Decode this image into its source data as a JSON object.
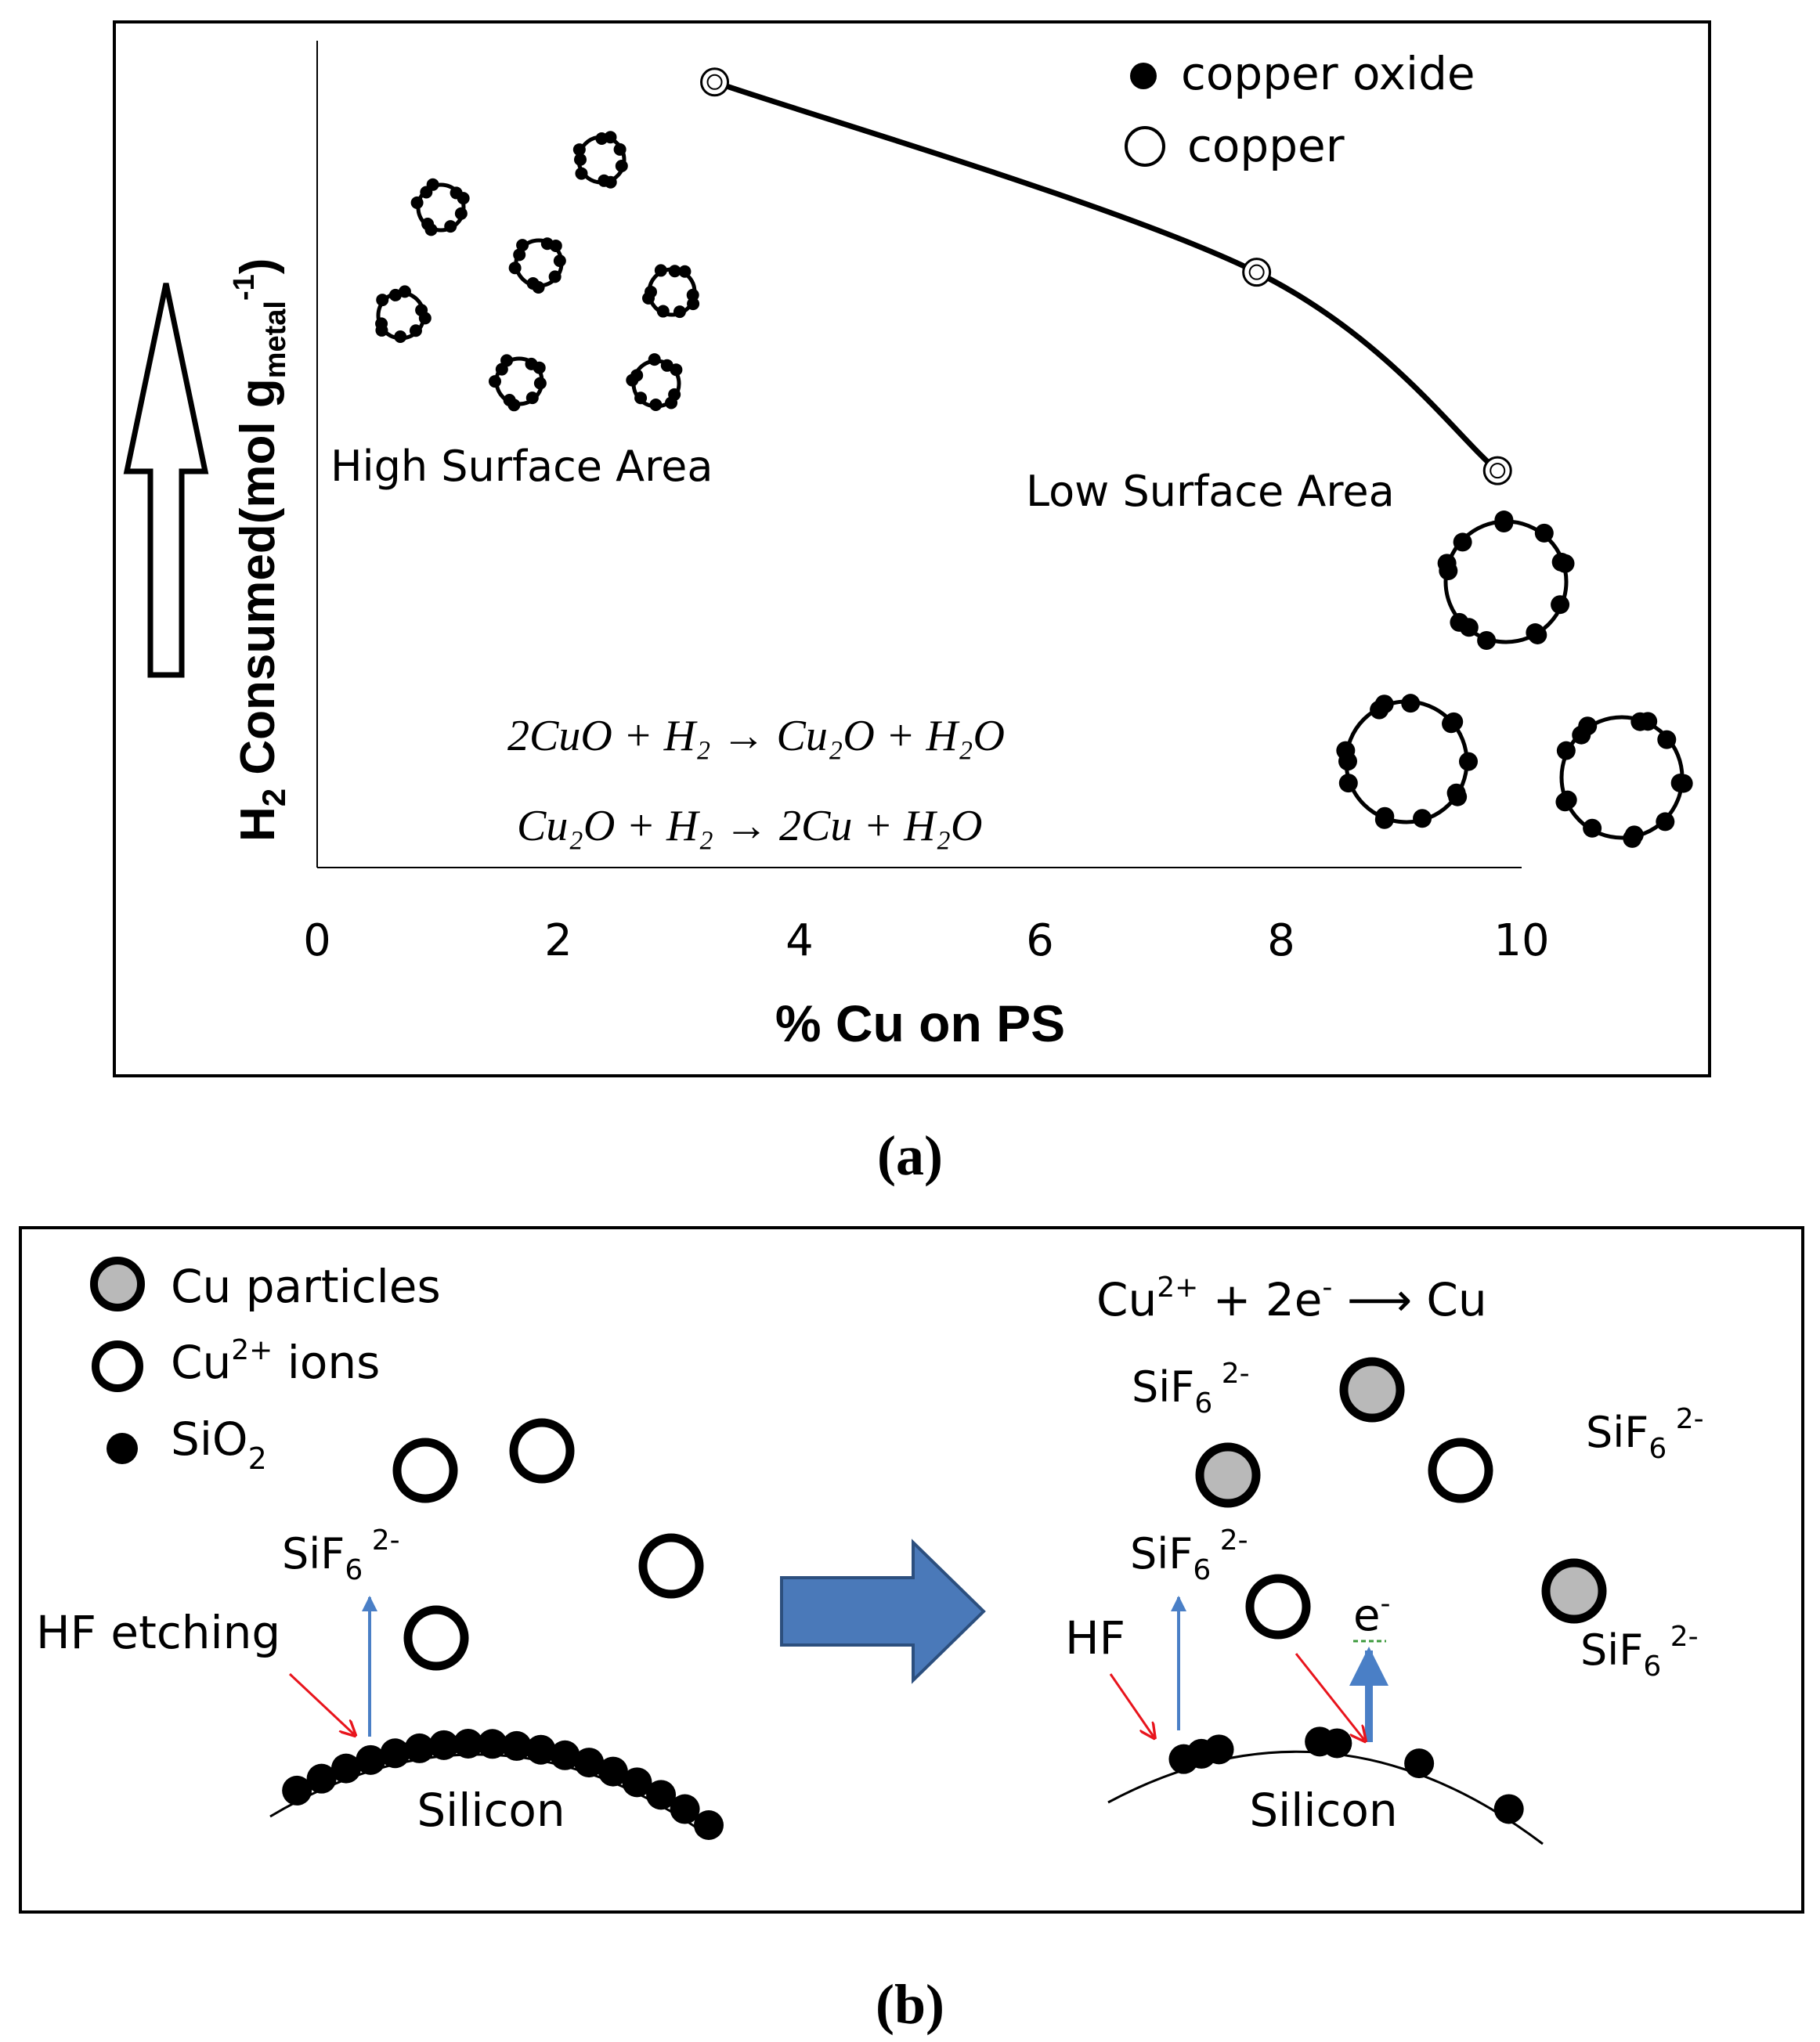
{
  "panel_a": {
    "caption": "(a)",
    "y_axis_label": {
      "h_main": "H",
      "h_sub": "2",
      "consumed": " Consumed(mol g",
      "metal_sub": "metal",
      "exp": "-1",
      "close": ")"
    },
    "x_axis_label": "% Cu on PS",
    "x_ticks": [
      "0",
      "2",
      "4",
      "6",
      "8",
      "10"
    ],
    "legend": {
      "filled": "copper oxide",
      "open": "copper"
    },
    "annotation_high": "High Surface Area",
    "annotation_low": "Low Surface Area",
    "equations": {
      "eq1": "2CuO + H₂ →  Cu₂O +  H₂O",
      "eq2": "Cu₂O + H₂ →  2Cu +  H₂O"
    }
  },
  "chart_data": {
    "type": "line",
    "xlabel": "% Cu on PS",
    "ylabel": "H2 Consumed(mol gmetal-1)",
    "xlim": [
      0,
      10
    ],
    "x_ticks": [
      0,
      2,
      4,
      6,
      8,
      10
    ],
    "y_ticks": [],
    "grid": false,
    "legend_position": "top-right",
    "series": [
      {
        "name": "copper",
        "marker": "open-circle",
        "x": [
          3.3,
          7.8,
          9.8
        ],
        "y": [
          0.95,
          0.72,
          0.48
        ]
      }
    ]
  },
  "panel_b": {
    "caption": "(b)",
    "legend": {
      "particles": "Cu particles",
      "ions_base": "Cu",
      "ions_sup": "2+",
      "ions_rest": " ions",
      "sio2_base": "SiO",
      "sio2_sub": "2"
    },
    "left": {
      "sif": {
        "base": "SiF",
        "sub": "6",
        "sup": " 2-"
      },
      "hf_label": "HF etching",
      "silicon": "Silicon"
    },
    "right": {
      "reaction": {
        "cu": "Cu",
        "cu_sup": "2+",
        "mid": " + 2e",
        "e_sup": "-",
        "arrow": " ⟶ Cu"
      },
      "sif": {
        "base": "SiF",
        "sub": "6",
        "sup": " 2-"
      },
      "hf_label": "HF",
      "electron": {
        "base": "e",
        "sup": "-"
      },
      "silicon": "Silicon"
    }
  },
  "colors": {
    "ink": "#000000",
    "particle_gray": "#b9b9b9",
    "blue_arrow": "#4a7fc6",
    "process_arrow_fill": "#4a79b9",
    "process_arrow_stroke": "#2c4f7e",
    "red_arrow": "#e8141c"
  }
}
